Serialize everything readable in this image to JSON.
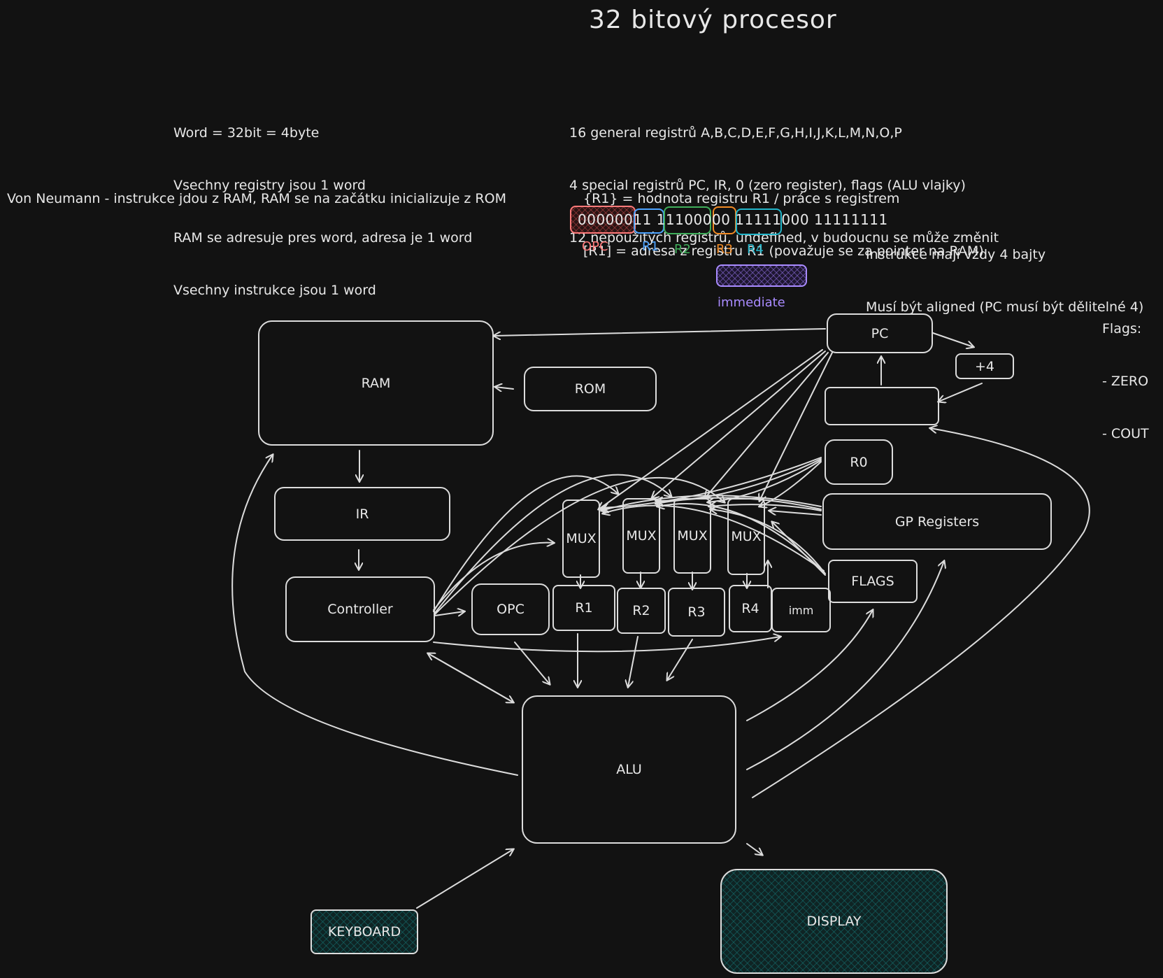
{
  "title": "32 bitový procesor",
  "notes_left": [
    "Word = 32bit = 4byte",
    "Vsechny registry jsou 1 word",
    "RAM se adresuje pres word, adresa je 1 word",
    "Vsechny instrukce jsou 1 word"
  ],
  "von_neumann": "Von Neumann - instrukce jdou z RAM, RAM se na začátku inicializuje z ROM",
  "notes_registers": [
    "16 general registrů A,B,C,D,E,F,G,H,I,J,K,L,M,N,O,P",
    "4 special registrů PC, IR, 0 (zero register), flags (ALU vlajky)",
    "12 nepoužitých registrů, undefined, v budoucnu se může změnit"
  ],
  "notes_syntax": [
    "{R1} = hodnota registru R1 / práce s registrem",
    "[R1] = adresa z registru R1 (považuje se za pointer na RAM)"
  ],
  "instruction": {
    "bits": "00000011 11100000 11111000 11111111",
    "fields": [
      {
        "label": "OPC",
        "color": "#ff7a7a"
      },
      {
        "label": "R1",
        "color": "#4da3ff"
      },
      {
        "label": "R2",
        "color": "#3fae5a"
      },
      {
        "label": "R3",
        "color": "#f08a24"
      },
      {
        "label": "R4",
        "color": "#22b5c9"
      }
    ],
    "immediate_label": "immediate",
    "immediate_color": "#a98bff"
  },
  "notes_instr": [
    "Instrukce mají vždy 4 bajty",
    "Musí být aligned (PC musí být dělitelné 4)"
  ],
  "flags_note": {
    "title": "Flags:",
    "items": [
      "- ZERO",
      "- COUT"
    ]
  },
  "blocks": {
    "ram": "RAM",
    "rom": "ROM",
    "pc": "PC",
    "plus4": "+4",
    "pc_mux": "",
    "r0": "R0",
    "gp": "GP Registers",
    "flags": "FLAGS",
    "ir": "IR",
    "controller": "Controller",
    "mux": [
      "MUX",
      "MUX",
      "MUX",
      "MUX"
    ],
    "decode": {
      "opc": "OPC",
      "r1": "R1",
      "r2": "R2",
      "r3": "R3",
      "r4": "R4",
      "imm": "imm"
    },
    "alu": "ALU",
    "keyboard": "KEYBOARD",
    "display": "DISPLAY"
  }
}
